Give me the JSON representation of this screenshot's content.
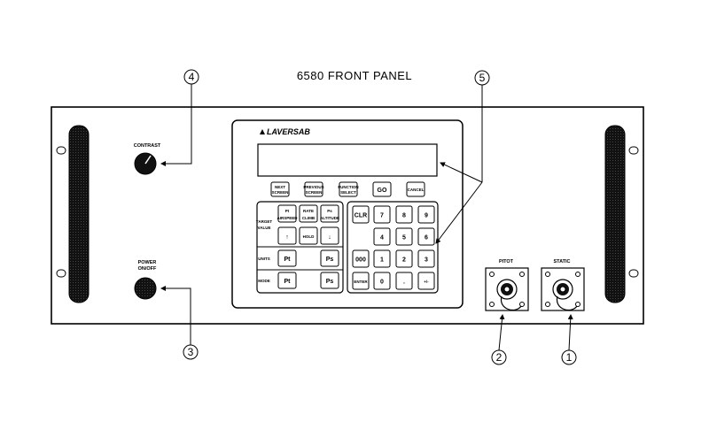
{
  "title": "6580 FRONT PANEL",
  "brand": "LAVERSAB",
  "labels": {
    "contrast": "CONTRAST",
    "power_line1": "POWER",
    "power_line2": "ON/OFF",
    "pitot": "PITOT",
    "static": "STATIC",
    "target_line1": "TARGET",
    "target_line2": "VALUE",
    "units": "UNITS",
    "mode": "MODE"
  },
  "function_keys": {
    "next_line1": "NEXT",
    "next_line2": "SCREEN",
    "previous_line1": "PREVIOUS",
    "previous_line2": "SCREEN",
    "function_line1": "FUNCTION",
    "function_line2": "SELECT",
    "go": "GO",
    "cancel": "CANCEL"
  },
  "target_keys": {
    "pt": "Pt",
    "airspeed": "AIRSPEED",
    "rate": "RATE",
    "climb": "CLIMB",
    "ps": "Ps",
    "altitude": "ALTITUDE",
    "up": "↑",
    "hold": "HOLD",
    "down": "↓"
  },
  "units_keys": {
    "pt": "Pt",
    "ps": "Ps"
  },
  "mode_keys": {
    "pt": "Pt",
    "ps": "Ps"
  },
  "keypad": {
    "clr": "CLR",
    "k7": "7",
    "k8": "8",
    "k9": "9",
    "k4": "4",
    "k5": "5",
    "k6": "6",
    "k000": "000",
    "k1": "1",
    "k2": "2",
    "k3": "3",
    "enter": "ENTER",
    "k0": "0",
    "dot": ".",
    "plusminus": "+/-"
  },
  "callouts": {
    "c1": "1",
    "c2": "2",
    "c3": "3",
    "c4": "4",
    "c5": "5"
  }
}
